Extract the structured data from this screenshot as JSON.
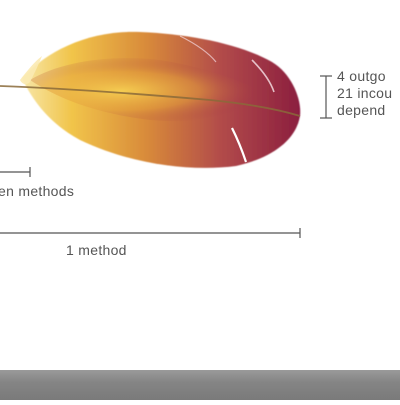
{
  "labels": {
    "left_measure": "en methods",
    "bottom_measure": "1 method",
    "dependencies": [
      "4 outgo",
      "21 incou",
      "depend"
    ]
  },
  "colors": {
    "feather_edge": "#8b1e3f",
    "feather_core": "#f3c23a",
    "annotation": "#555555",
    "ground": "#858585"
  }
}
